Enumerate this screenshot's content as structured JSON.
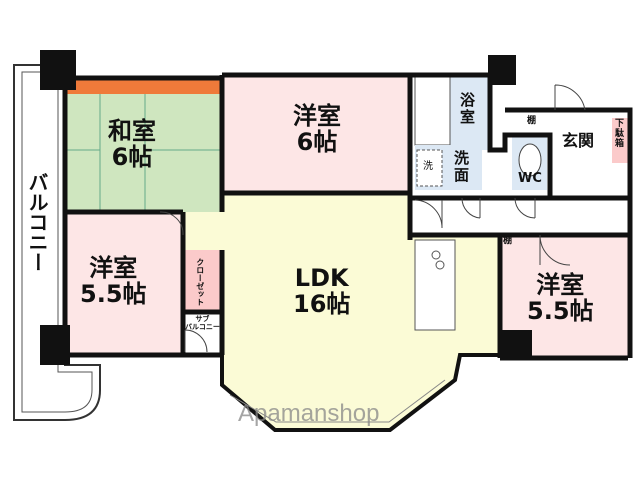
{
  "floor_plan": {
    "rooms": [
      {
        "id": "washitsu",
        "name": "和室",
        "size": "6帖"
      },
      {
        "id": "western-top",
        "name": "洋室",
        "size": "6帖"
      },
      {
        "id": "western-left",
        "name": "洋室",
        "size": "5.5帖"
      },
      {
        "id": "ldk",
        "name": "LDK",
        "size": "16帖"
      },
      {
        "id": "western-right",
        "name": "洋室",
        "size": "5.5帖"
      }
    ],
    "labels": {
      "balcony": "バルコニー",
      "sub_balcony": "サブ\nバルコニー",
      "closet": "クローゼット",
      "bath": "浴\n室",
      "washroom": "洗\n面",
      "washer": "洗",
      "wc": "WC",
      "entrance": "玄関",
      "shoe_box": "下\n駄\n箱",
      "shelf": "棚"
    },
    "colors": {
      "tatami": "#cfe6bf",
      "western": "#fde6e6",
      "ldk": "#fbfbd6",
      "wet": "#dce8f4",
      "accent": "#ef7a3a",
      "closet": "#fbcaca"
    }
  },
  "watermark": "Apamanshop"
}
